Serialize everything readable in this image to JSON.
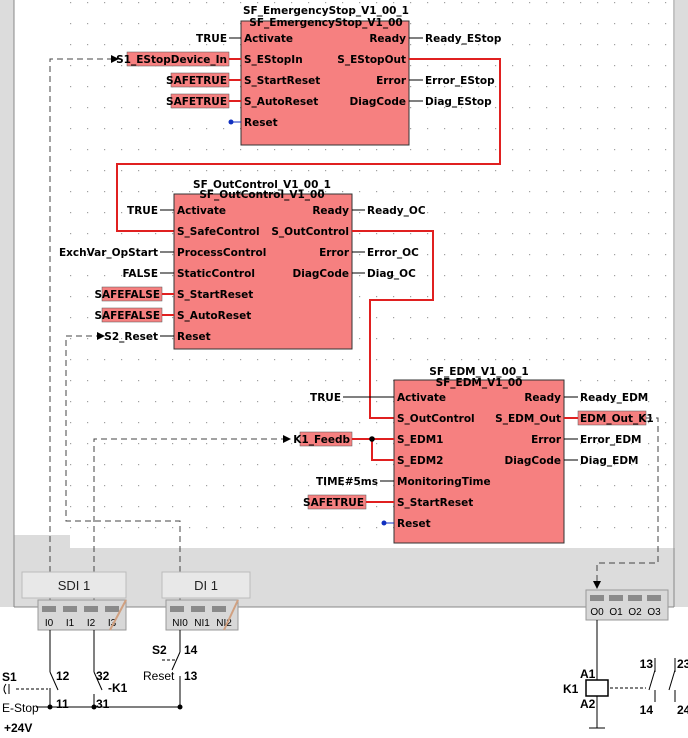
{
  "blocks": {
    "estop": {
      "instance": "SF_EmergencyStop_V1_00_1",
      "type": "SF_EmergencyStop_V1_00",
      "inputs": [
        "Activate",
        "S_EStopIn",
        "S_StartReset",
        "S_AutoReset",
        "Reset"
      ],
      "outputs": [
        "Ready",
        "S_EStopOut",
        "Error",
        "DiagCode"
      ]
    },
    "outcontrol": {
      "instance": "SF_OutControl_V1_00_1",
      "type": "SF_OutControl_V1_00",
      "inputs": [
        "Activate",
        "S_SafeControl",
        "ProcessControl",
        "StaticControl",
        "S_StartReset",
        "S_AutoReset",
        "Reset"
      ],
      "outputs": [
        "Ready",
        "S_OutControl",
        "Error",
        "DiagCode"
      ]
    },
    "edm": {
      "instance": "SF_EDM_V1_00_1",
      "type": "SF_EDM_V1_00",
      "inputs": [
        "Activate",
        "S_OutControl",
        "S_EDM1",
        "S_EDM2",
        "MonitoringTime",
        "S_StartReset",
        "Reset"
      ],
      "outputs": [
        "Ready",
        "S_EDM_Out",
        "Error",
        "DiagCode"
      ]
    }
  },
  "signals": {
    "estop_in": [
      "TRUE",
      "S1_EStopDevice_In",
      "SAFETRUE",
      "SAFETRUE"
    ],
    "estop_out": [
      "Ready_EStop",
      "Error_EStop",
      "Diag_EStop"
    ],
    "oc_in": [
      "TRUE",
      "ExchVar_OpStart",
      "FALSE",
      "SAFEFALSE",
      "SAFEFALSE",
      "S2_Reset"
    ],
    "oc_out": [
      "Ready_OC",
      "Error_OC",
      "Diag_OC"
    ],
    "edm_in": [
      "TRUE",
      "K1_Feedb",
      "TIME#5ms",
      "SAFETRUE"
    ],
    "edm_out": [
      "Ready_EDM",
      "EDM_Out_K1",
      "Error_EDM",
      "Diag_EDM"
    ]
  },
  "modules": {
    "sdi": {
      "label": "SDI 1",
      "terminals": [
        "I0",
        "I1",
        "I2",
        "I3"
      ]
    },
    "di": {
      "label": "DI 1",
      "terminals": [
        "NI0",
        "NI1",
        "NI2"
      ]
    },
    "dout": {
      "terminals": [
        "O0",
        "O1",
        "O2",
        "O3"
      ]
    }
  },
  "hardware": {
    "s1": "S1",
    "estop": "E-Stop",
    "t12": "12",
    "t11": "11",
    "t32": "32",
    "t31": "31",
    "k1c": "-K1",
    "s2": "S2",
    "reset": "Reset",
    "t14": "14",
    "t13": "13",
    "supply": "+24V",
    "k1": "K1",
    "a1": "A1",
    "a2": "A2",
    "c13": "13",
    "c23": "23",
    "c14": "14",
    "c24": "24"
  },
  "colors": {
    "block": "#f68080",
    "safe": "#e02020",
    "grid": "#9a9a9a"
  }
}
